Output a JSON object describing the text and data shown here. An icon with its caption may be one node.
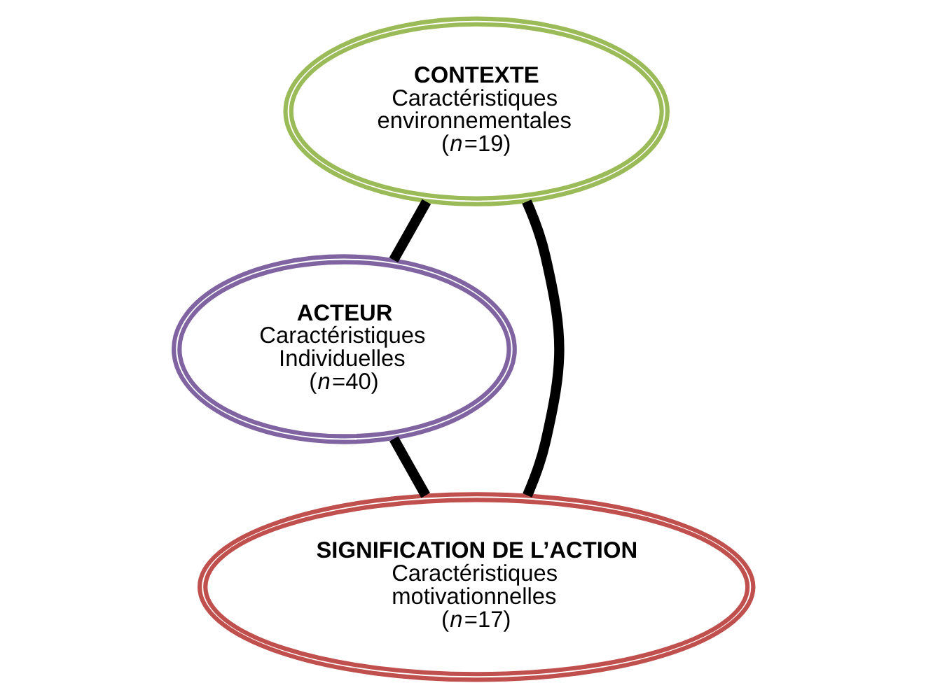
{
  "diagram": {
    "nodes": [
      {
        "text": [
          "CONTEXTE",
          "Caractéristiques environnementales",
          "(*n*=19)"
        ]
      },
      {
        "text": [
          "SIGNIFICATION DE L’ACTION",
          "Caractéristiques motivationnelles",
          "(*n*=17)"
        ]
      },
      {
        "text": [
          "ACTEUR",
          "Caractéristiques Individuelles",
          "(*n*=40)"
        ]
      }
    ],
    "edges": [
      {
        "from": 0,
        "to": 2,
        "arrow": "none"
      },
      {
        "from": 2,
        "to": 1,
        "arrow": "none"
      },
      {
        "from": 1,
        "to": 0,
        "arrow": "none"
      }
    ]
  }
}
